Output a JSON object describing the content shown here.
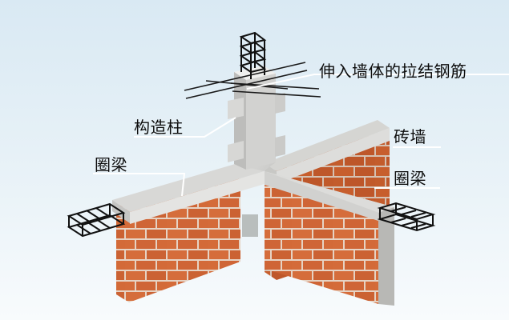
{
  "diagram": {
    "labels": {
      "tie_bars": "伸入墙体的拉结钢筋",
      "constructional_column": "构造柱",
      "brick_wall": "砖墙",
      "ring_beam_left": "圈梁",
      "ring_beam_right": "圈梁"
    },
    "colors": {
      "background_top": "#dbeaf3",
      "background_bottom": "#f7fbfd",
      "brick": "#d46c3c",
      "mortar": "#e7d8c7",
      "concrete": "#d6d6d4",
      "rebar": "#111111",
      "leader_line": "#ffffff"
    }
  }
}
